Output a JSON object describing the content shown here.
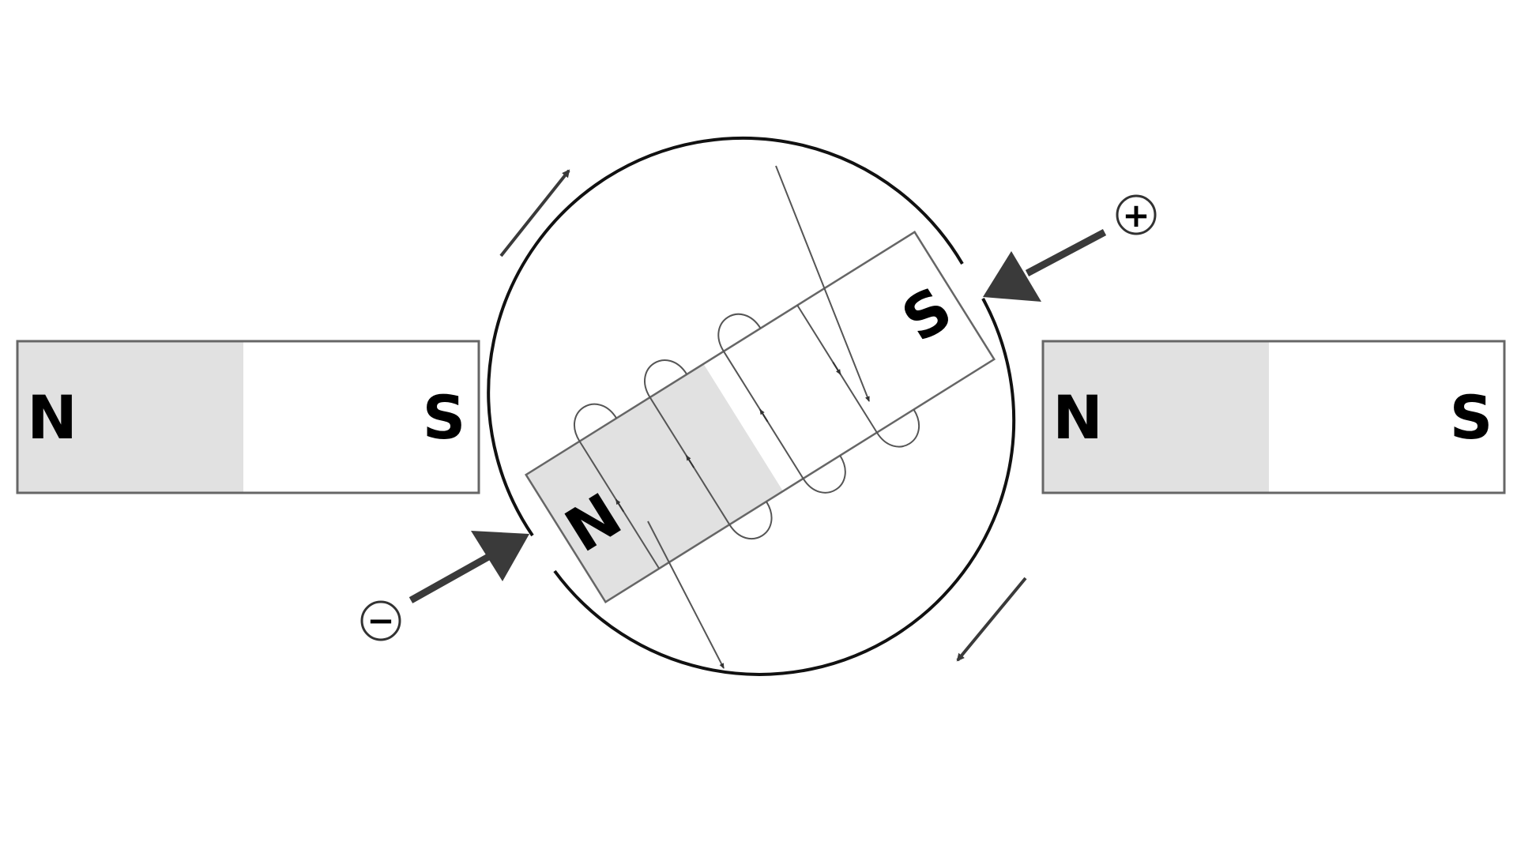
{
  "diagram": {
    "left_magnet": {
      "north_label": "N",
      "south_label": "S"
    },
    "right_magnet": {
      "north_label": "N",
      "south_label": "S"
    },
    "rotor": {
      "north_label": "N",
      "south_label": "S"
    },
    "terminals": {
      "positive": "+",
      "negative": "−"
    },
    "colors": {
      "outline": "#555555",
      "north_fill": "#e1e1e1",
      "south_fill": "#ffffff",
      "stroke": "#111111",
      "arrow": "#3a3a3a"
    }
  }
}
